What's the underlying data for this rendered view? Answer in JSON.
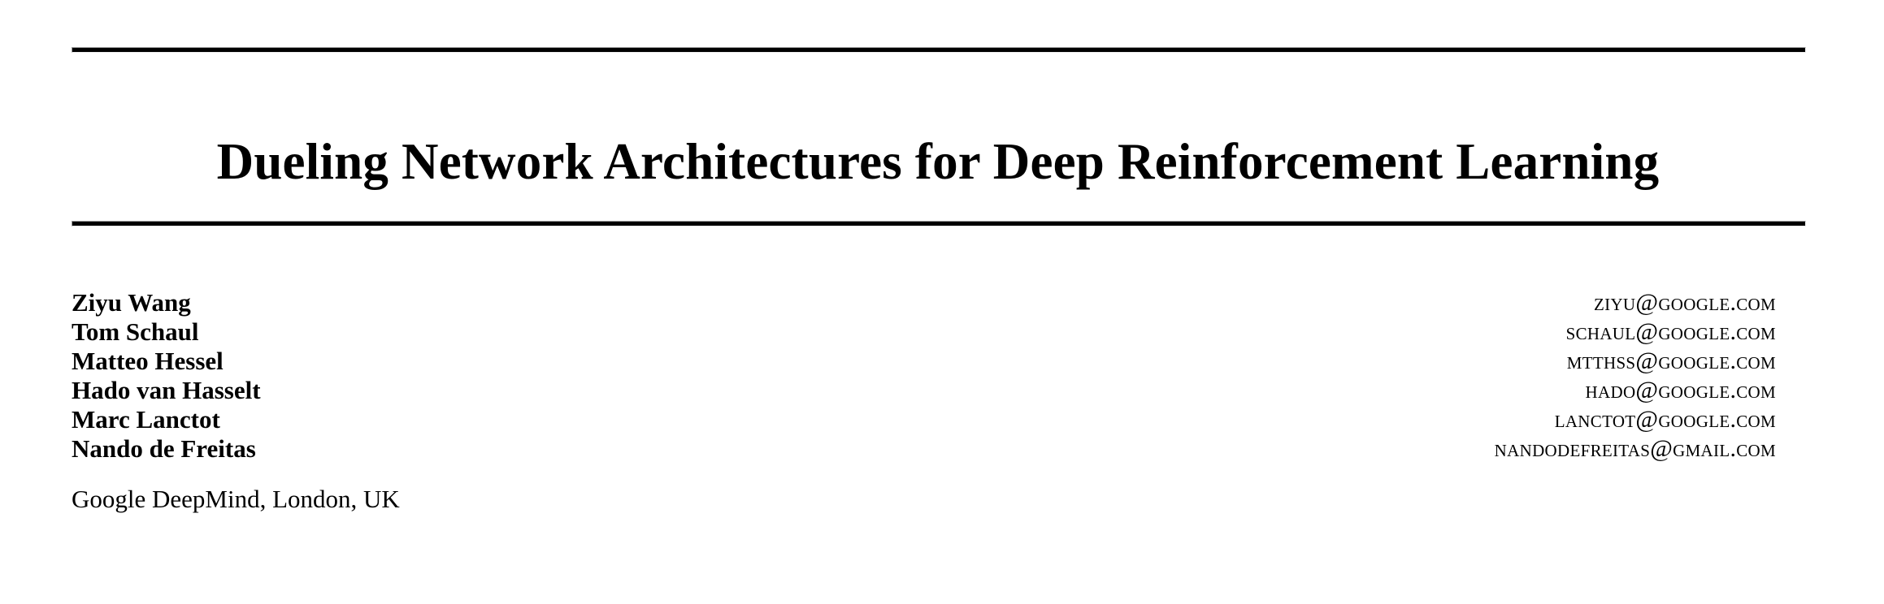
{
  "document": {
    "type": "academic-paper-header",
    "background_color": "#ffffff",
    "text_color": "#000000"
  },
  "rules": {
    "top_rule": "",
    "bottom_rule": ""
  },
  "title": {
    "text": "Dueling Network Architectures for Deep Reinforcement Learning"
  },
  "authors": [
    {
      "name": "Ziyu Wang",
      "email": "ZIYU@GOOGLE.COM"
    },
    {
      "name": "Tom Schaul",
      "email": "SCHAUL@GOOGLE.COM"
    },
    {
      "name": "Matteo Hessel",
      "email": "MTTHSS@GOOGLE.COM"
    },
    {
      "name": "Hado van Hasselt",
      "email": "HADO@GOOGLE.COM"
    },
    {
      "name": "Marc Lanctot",
      "email": "LANCTOT@GOOGLE.COM"
    },
    {
      "name": "Nando de Freitas",
      "email": "NANDODEFREITAS@GMAIL.COM"
    }
  ],
  "affiliation": {
    "text": "Google DeepMind, London, UK"
  }
}
